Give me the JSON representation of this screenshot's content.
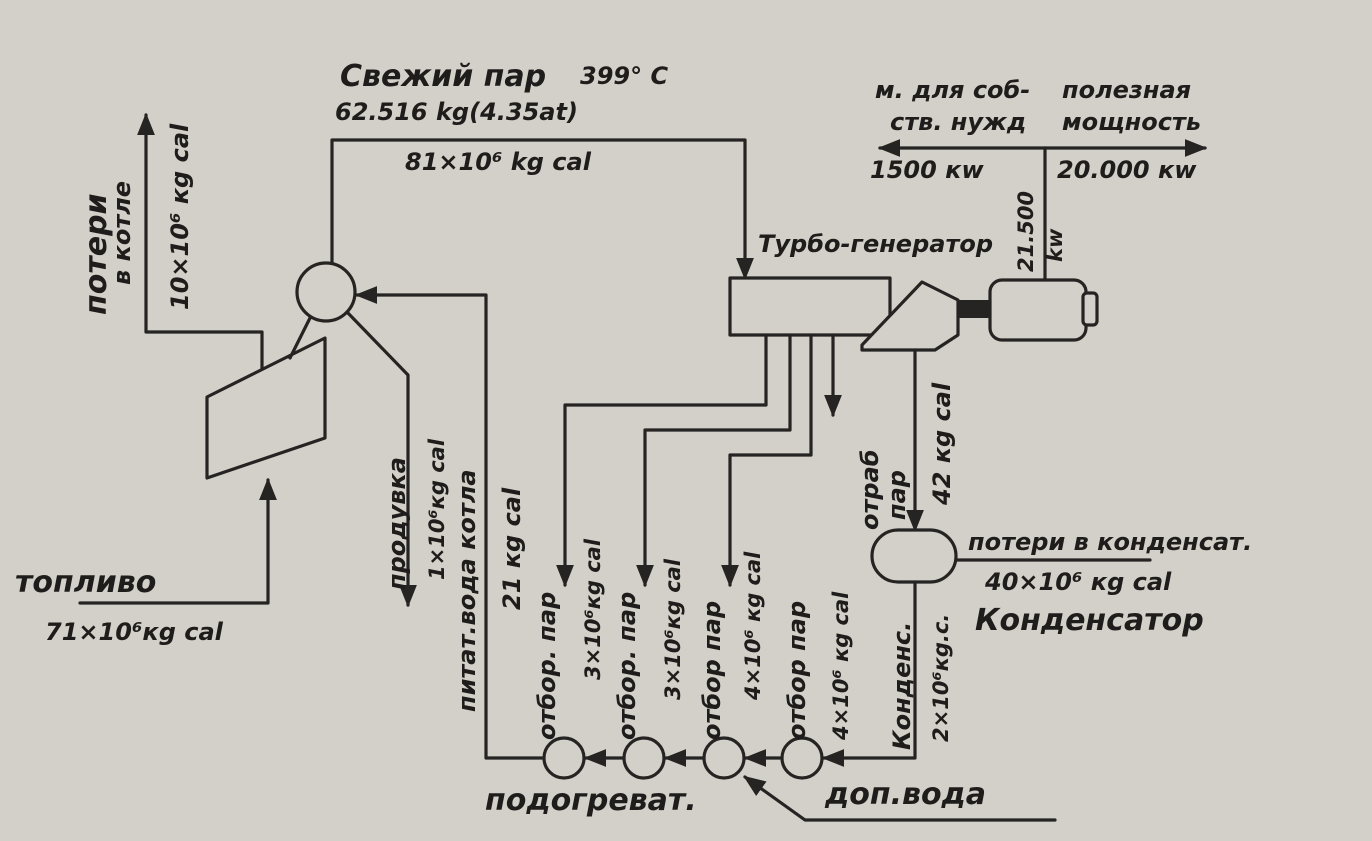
{
  "labels": {
    "fresh_steam_title": "Свежий пар",
    "fresh_steam_temp": "399° C",
    "fresh_steam_flow": "62.516 kg(4.35at)",
    "fresh_steam_heat": "81×10⁶ kg cal",
    "own_needs_1": "м. для соб-",
    "own_needs_2": "ств. нужд",
    "useful_power_1": "полезная",
    "useful_power_2": "мощность",
    "own_needs_kw": "1500 кw",
    "useful_kw": "20.000 кw",
    "gen_total_kw_1": "21.500",
    "gen_total_kw_2": "kw",
    "turbogenerator": "Турбо-генератор",
    "boiler_losses_1": "потери",
    "boiler_losses_2": "в котле",
    "boiler_losses_value": "10×10⁶ кg cal",
    "fuel": "топливо",
    "fuel_value": "71×10⁶кg cal",
    "blowdown": "продувка",
    "blowdown_value": "1×10⁶кg cal",
    "feedwater": "питат.вода котла",
    "feedwater_value": "21 кg cal",
    "extraction_1_label": "отбор. пар",
    "extraction_1_value": "3×10⁶кg cal",
    "extraction_2_label": "отбор. пар",
    "extraction_2_value": "3×10⁶кg cal",
    "extraction_3_label": "отбор пар",
    "extraction_3_value": "4×10⁶ кg cal",
    "extraction_4_value": "4×10⁶ кg cal",
    "exhaust_steam_1": "отраб",
    "exhaust_steam_2": "пар",
    "exhaust_value": "42 кg cal",
    "condensate_losses": "потери в конденсат.",
    "condensate_losses_value": "40×10⁶ кg cal",
    "condenser": "Конденсатор",
    "condensate": "Конденс.",
    "condensate_value": "2×10⁶кg.c.",
    "heaters": "подогреват.",
    "makeup_water": "доп.вода"
  },
  "colors": {
    "ink": "#262422",
    "paper": "#d3d0c9"
  }
}
